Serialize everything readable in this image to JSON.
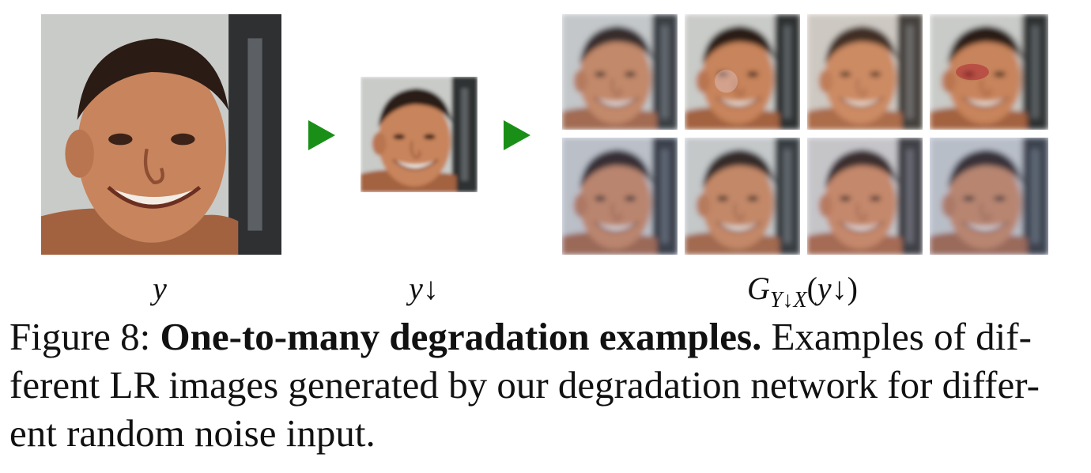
{
  "figure": {
    "labels": {
      "hr": "y",
      "lr": "y",
      "lr_arrow": "↓",
      "gen_main": "G",
      "gen_sub_Y": "Y",
      "gen_sub_arrow": "↓",
      "gen_sub_X": "X",
      "gen_open": "(",
      "gen_arg": "y",
      "gen_arg_arrow": "↓",
      "gen_close": ")"
    },
    "colors": {
      "arrow": "#1a8f17",
      "background_gray": "#c9cbc8",
      "skin": "#c8845c",
      "hair": "#2a1b14"
    },
    "generated_count": 8
  },
  "caption": {
    "prefix": "Figure 8: ",
    "title": "One-to-many degradation examples.",
    "line1_rest": " Examples of dif-",
    "line2": "ferent LR images generated by our degradation network for differ-",
    "line3": "ent random noise input."
  }
}
